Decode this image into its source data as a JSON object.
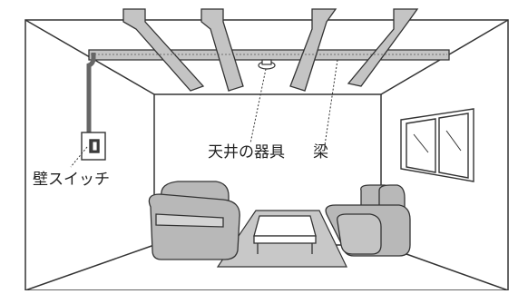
{
  "labels": {
    "ceiling_fixture": "天井の器具",
    "beam": "梁",
    "wall_switch": "壁スイッチ"
  },
  "colors": {
    "line": "#333333",
    "beam_fill": "#c4c4c4",
    "furniture_fill": "#b8b8b8",
    "rug_fill": "#c8c8c8",
    "table_fill": "#ffffff"
  }
}
